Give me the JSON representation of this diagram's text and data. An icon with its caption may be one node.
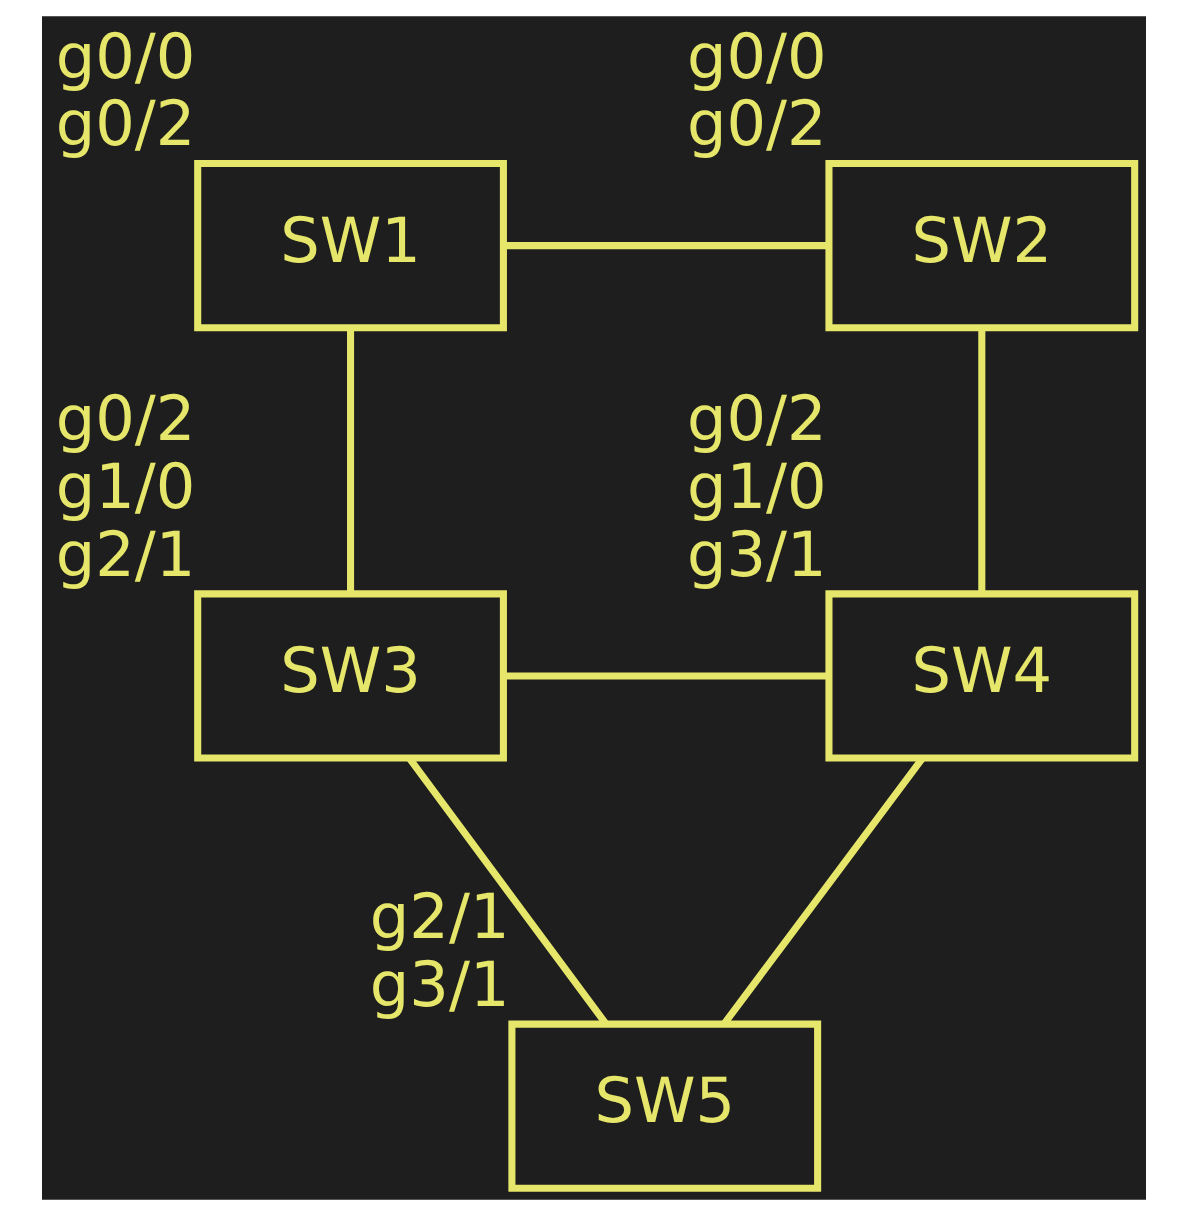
{
  "diagram": {
    "nodes": [
      {
        "text": [
          "SW1"
        ],
        "beside": [
          "g0/0",
          "g0/2"
        ]
      },
      {
        "text": [
          "SW2"
        ],
        "beside": [
          "g0/0",
          "g0/2"
        ]
      },
      {
        "text": [
          "SW3"
        ],
        "beside": [
          "g0/2",
          "g1/0",
          "g2/1"
        ]
      },
      {
        "text": [
          "SW4"
        ],
        "beside": [
          "g0/2",
          "g1/0",
          "g3/1"
        ]
      },
      {
        "text": [
          "SW5"
        ],
        "beside": [
          "g2/1",
          "g3/1"
        ]
      }
    ],
    "edges": [
      {
        "from": 0,
        "to": 1,
        "arrow": "none"
      },
      {
        "from": 0,
        "to": 2,
        "arrow": "none"
      },
      {
        "from": 1,
        "to": 3,
        "arrow": "none"
      },
      {
        "from": 2,
        "to": 3,
        "arrow": "none"
      },
      {
        "from": 2,
        "to": 4,
        "arrow": "none"
      },
      {
        "from": 3,
        "to": 4,
        "arrow": "none"
      }
    ]
  }
}
